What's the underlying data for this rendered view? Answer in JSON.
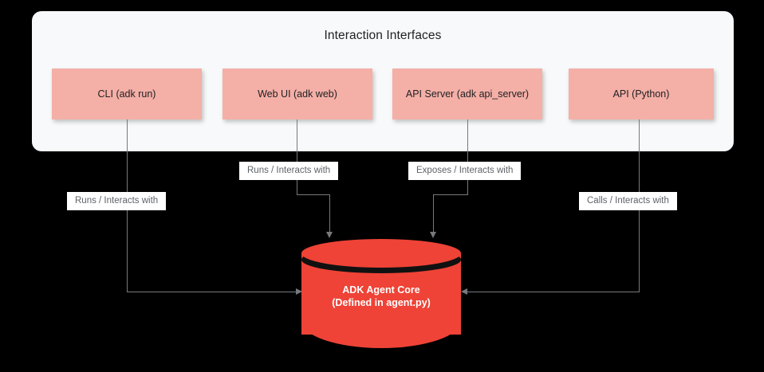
{
  "diagram": {
    "type": "flow-diagram",
    "background_color": "#000000",
    "group": {
      "title": "Interaction Interfaces",
      "panel_color": "#F7F9FA",
      "node_color": "#F4AFA6",
      "nodes": [
        {
          "label": "CLI (adk run)"
        },
        {
          "label": "Web UI (adk web)"
        },
        {
          "label": "API Server (adk api_server)"
        },
        {
          "label": "API (Python)"
        }
      ]
    },
    "core": {
      "shape": "cylinder",
      "color": "#EE4336",
      "text_color": "#FFFFFF",
      "line1": "ADK Agent Core",
      "line2": "(Defined in agent.py)"
    },
    "edges": [
      {
        "from": "CLI (adk run)",
        "to": "ADK Agent Core",
        "label": "Runs / Interacts with"
      },
      {
        "from": "Web UI (adk web)",
        "to": "ADK Agent Core",
        "label": "Runs / Interacts with"
      },
      {
        "from": "API Server (adk api_server)",
        "to": "ADK Agent Core",
        "label": "Exposes / Interacts with"
      },
      {
        "from": "API (Python)",
        "to": "ADK Agent Core",
        "label": "Calls / Interacts with"
      }
    ],
    "connector_color": "#76797C",
    "label_background": "#FFFFFF",
    "label_text_color": "#5E6368"
  }
}
